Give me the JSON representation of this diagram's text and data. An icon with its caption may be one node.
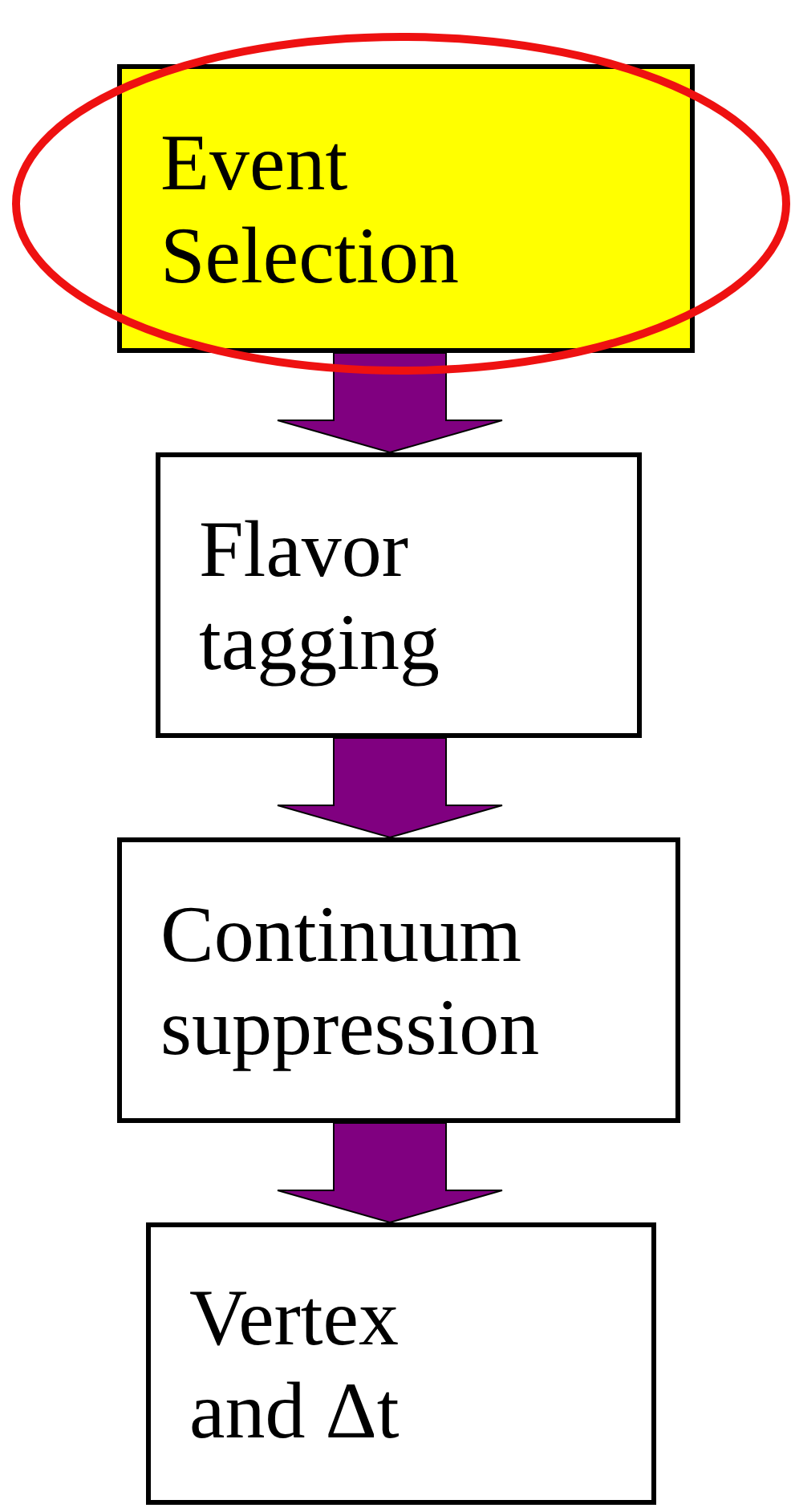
{
  "diagram": {
    "nodes": [
      {
        "text": [
          "Event Selection"
        ]
      },
      {
        "text": [
          "Flavor tagging"
        ]
      },
      {
        "text": [
          "Continuum suppression"
        ]
      },
      {
        "text": [
          "Vertex and Δt"
        ]
      }
    ],
    "edges": [
      {
        "from": 0,
        "to": 1,
        "arrow": "to",
        "color": "#800080"
      },
      {
        "from": 1,
        "to": 2,
        "arrow": "to",
        "color": "#800080"
      },
      {
        "from": 2,
        "to": 3,
        "arrow": "to",
        "color": "#800080"
      }
    ]
  }
}
